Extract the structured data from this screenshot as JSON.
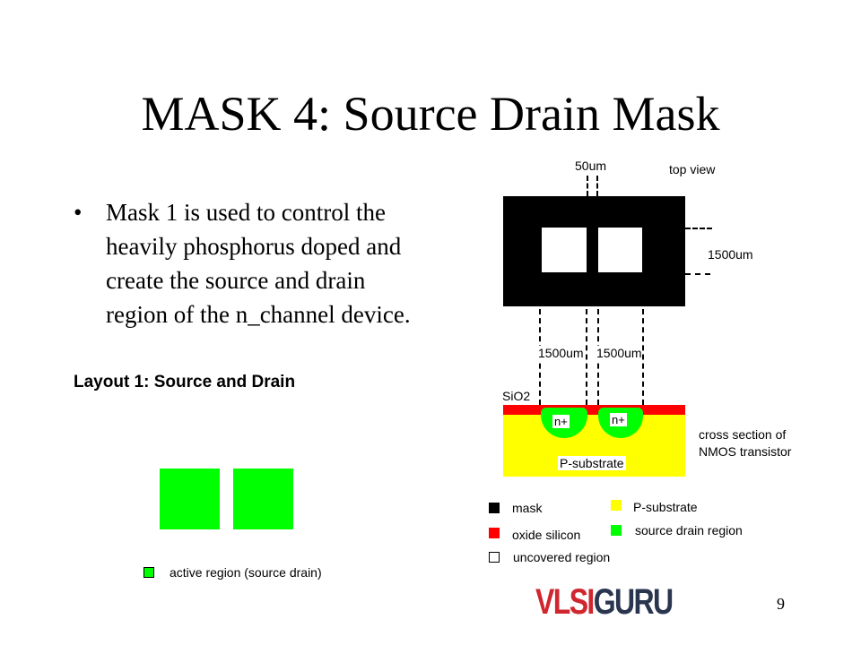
{
  "title": "MASK 4: Source Drain Mask",
  "bullet": {
    "marker": "•",
    "text": "Mask 1 is used to control the heavily phosphorus doped and create the source and drain region of the n_channel device."
  },
  "layout_caption": "Layout 1: Source and Drain",
  "layout_legend": "active region (source drain)",
  "diagram": {
    "top_view": "top view",
    "dim_gap": "50um",
    "dim_height": "1500um",
    "dim_width_left": "1500um",
    "dim_width_right": "1500um",
    "sio2": "SiO2",
    "n_plus_left": "n+",
    "n_plus_right": "n+",
    "substrate": "P-substrate",
    "cross_section": "cross section of NMOS transistor"
  },
  "legend": [
    {
      "label": "mask",
      "color": "#000000"
    },
    {
      "label": "oxide silicon",
      "color": "#ff0000"
    },
    {
      "label": "uncovered region",
      "color": "#ffffff"
    },
    {
      "label": "P-substrate",
      "color": "#ffff00"
    },
    {
      "label": "source drain region",
      "color": "#00ff00"
    }
  ],
  "logo": {
    "part1": "VLSI",
    "part2": "GURU"
  },
  "page_number": "9"
}
